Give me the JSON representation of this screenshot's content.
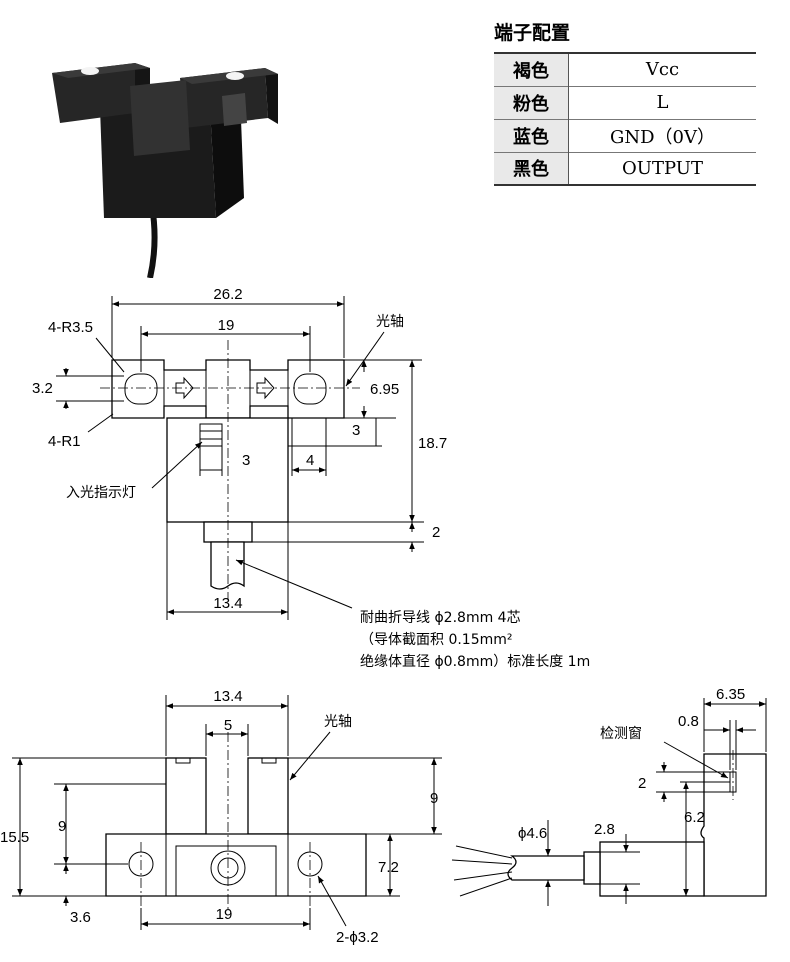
{
  "pin_config": {
    "title": "端子配置",
    "rows": [
      {
        "color": "褐色",
        "signal": "Vcc"
      },
      {
        "color": "粉色",
        "signal": "L"
      },
      {
        "color": "蓝色",
        "signal": "GND（0V）"
      },
      {
        "color": "黑色",
        "signal": "OUTPUT"
      }
    ]
  },
  "top_view": {
    "dim_overall_width": "26.2",
    "dim_hole_pitch": "19",
    "label_corner_radius_outer": "4-R3.5",
    "label_corner_radius_inner": "4-R1",
    "label_optical_axis": "光轴",
    "dim_slot_height": "3.2",
    "dim_flange_height": "6.95",
    "dim_led_offset": "3",
    "dim_led_width": "3",
    "dim_slot_width": "4",
    "dim_total_height": "18.7",
    "dim_cable_stub": "2",
    "label_indicator": "入光指示灯",
    "dim_body_width": "13.4",
    "cable_note_line1": "耐曲折导线 ϕ2.8mm  4芯",
    "cable_note_line2": "（导体截面积 0.15mm²",
    "cable_note_line3": "绝缘体直径 ϕ0.8mm）标准长度 1m"
  },
  "front_view": {
    "dim_body_width": "13.4",
    "dim_slot_gap": "5",
    "label_optical_axis": "光轴",
    "dim_fork_height": "9",
    "dim_total_height": "15.5",
    "dim_base_height": "9",
    "dim_hole_height": "7.2",
    "dim_bottom_offset": "3.6",
    "dim_hole_pitch": "19",
    "label_holes": "2-ϕ3.2"
  },
  "side_view": {
    "dim_total_depth": "6.35",
    "dim_window_offset": "0.8",
    "label_detect_window": "检测窗",
    "dim_window_height": "2",
    "dim_axis_height": "6.2",
    "dim_cable_dia": "ϕ4.6",
    "dim_stub_dia": "2.8"
  }
}
